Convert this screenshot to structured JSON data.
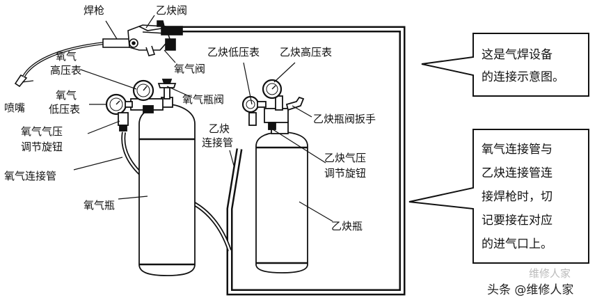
{
  "labels": {
    "torch": "焊枪",
    "acetylene_valve": "乙炔阀",
    "oxygen_valve": "氧气阀",
    "nozzle": "喷嘴",
    "oxygen_high_gauge": [
      "氧气",
      "高压表"
    ],
    "oxygen_low_gauge": [
      "氧气",
      "低压表"
    ],
    "oxygen_cylinder_valve": "氧气瓶阀",
    "oxygen_regulator": [
      "氧气气压",
      "调节旋钮"
    ],
    "oxygen_hose": "氧气连接管",
    "oxygen_cylinder": "氧气瓶",
    "acetylene_low_gauge": "乙炔低压表",
    "acetylene_high_gauge": "乙炔高压表",
    "acetylene_wrench": "乙炔瓶阀扳手",
    "acetylene_hose": [
      "乙炔",
      "连接管"
    ],
    "acetylene_regulator": [
      "乙炔气压",
      "调节旋钮"
    ],
    "acetylene_cylinder": "乙炔瓶"
  },
  "callouts": {
    "top": [
      "这是气焊设备",
      "的连接示意图。"
    ],
    "bottom": [
      "氧气连接管与",
      "乙炔连接管连",
      "接焊枪时，切",
      "记要接在对应",
      "的进气口上。"
    ]
  },
  "watermark": {
    "faint": "维修人家",
    "main": "头条 @维修人家"
  }
}
